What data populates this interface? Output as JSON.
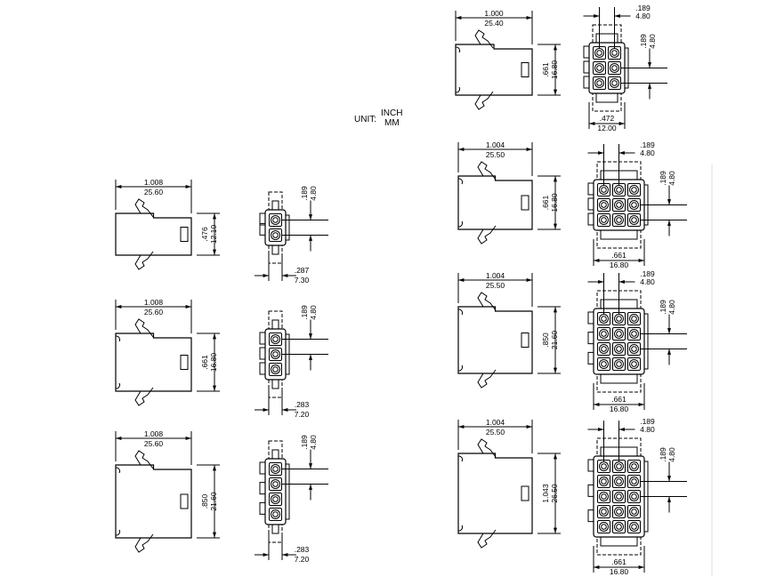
{
  "unit": {
    "prefix": "UNIT:",
    "primary": "INCH",
    "secondary": "MM"
  },
  "connectors": [
    {
      "id": "L1",
      "rows": 2,
      "cols": 1,
      "width": [
        "1.008",
        "25.60"
      ],
      "height": [
        ".476",
        "12.10"
      ],
      "pitch_right": [
        ".189",
        "4.80"
      ],
      "bottom": [
        ".287",
        "7.30"
      ]
    },
    {
      "id": "L2",
      "rows": 3,
      "cols": 1,
      "width": [
        "1.008",
        "25.60"
      ],
      "height": [
        ".661",
        "16.80"
      ],
      "pitch_right": [
        ".189",
        "4.80"
      ],
      "bottom": [
        ".283",
        "7.20"
      ]
    },
    {
      "id": "L3",
      "rows": 4,
      "cols": 1,
      "width": [
        "1.008",
        "25.60"
      ],
      "height": [
        ".850",
        "21.60"
      ],
      "pitch_right": [
        ".189",
        "4.80"
      ],
      "bottom": [
        ".283",
        "7.20"
      ]
    },
    {
      "id": "R1",
      "rows": 3,
      "cols": 2,
      "width": [
        "1.000",
        "25.40"
      ],
      "height": [
        ".661",
        "16.80"
      ],
      "pitch_top": [
        ".189",
        "4.80"
      ],
      "pitch_right": [
        ".189",
        "4.80"
      ],
      "bottom": [
        ".472",
        "12.00"
      ]
    },
    {
      "id": "R2",
      "rows": 3,
      "cols": 3,
      "width": [
        "1.004",
        "25.50"
      ],
      "height": [
        ".661",
        "16.80"
      ],
      "pitch_top": [
        ".189",
        "4.80"
      ],
      "pitch_right": [
        ".189",
        "4.80"
      ],
      "bottom": [
        ".661",
        "16.80"
      ]
    },
    {
      "id": "R3",
      "rows": 4,
      "cols": 3,
      "width": [
        "1.004",
        "25.50"
      ],
      "height": [
        ".850",
        "21.60"
      ],
      "pitch_top": [
        ".189",
        "4.80"
      ],
      "pitch_right": [
        ".189",
        "4.80"
      ],
      "bottom": [
        ".661",
        "16.80"
      ]
    },
    {
      "id": "R4",
      "rows": 5,
      "cols": 3,
      "width": [
        "1.004",
        "25.50"
      ],
      "height": [
        "1.043",
        "26.50"
      ],
      "pitch_top": [
        ".189",
        "4.80"
      ],
      "pitch_right": [
        ".189",
        "4.80"
      ],
      "bottom": [
        ".661",
        "16.80"
      ]
    }
  ]
}
